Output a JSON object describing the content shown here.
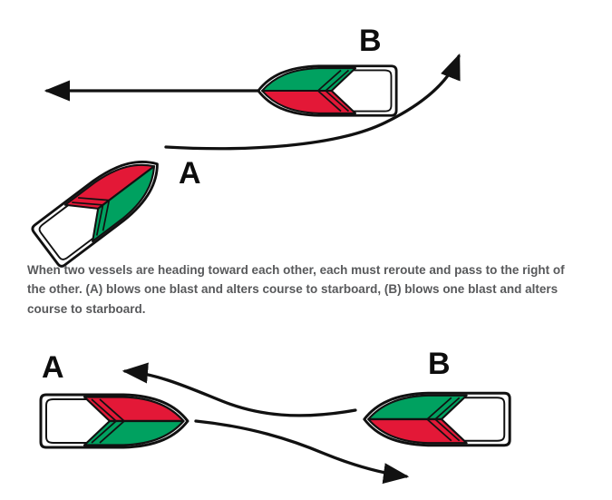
{
  "colors": {
    "port_red": "#E31837",
    "starboard_green": "#00A160",
    "arrow_black": "#111111",
    "caption_gray": "#58595B"
  },
  "top_scene": {
    "vessel_b_label": "B",
    "vessel_a_label": "A"
  },
  "caption": {
    "lines": [
      "When two vessels are heading toward each other, each must reroute and pass to the right of",
      "the other. (A) blows one blast and alters course to starboard, (B) blows one blast and alters",
      "course to starboard."
    ]
  },
  "bottom_scene": {
    "vessel_a_label": "A",
    "vessel_b_label": "B"
  }
}
